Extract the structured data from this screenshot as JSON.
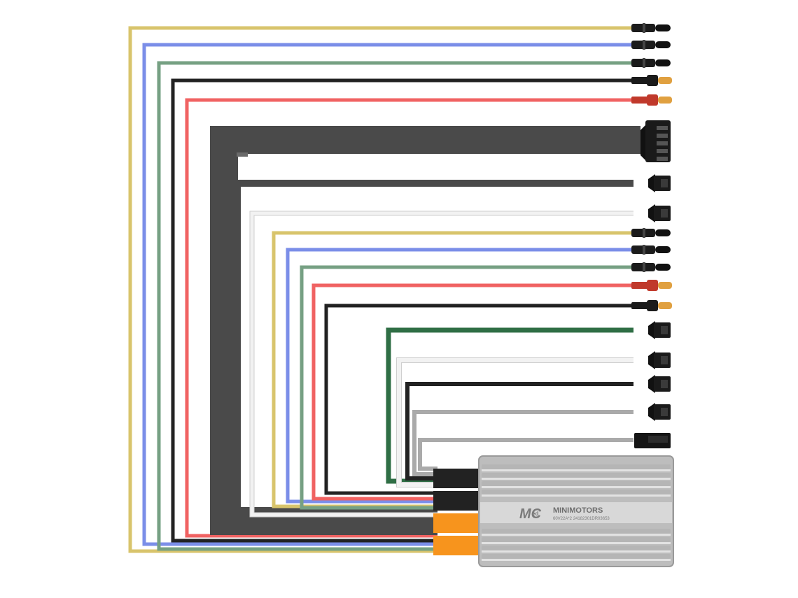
{
  "controller": {
    "brand": "MINIMOTORS",
    "model": "60V22A*2 24182301DR03653",
    "logo_letters": "MC",
    "logo_sub": "ed",
    "body_color": "#c9c9c9",
    "rib_color": "#b5b5b5"
  },
  "wire_colors": {
    "yellow": "#d8c46c",
    "blue": "#7b8ee8",
    "green": "#76a083",
    "dark_green": "#2f6e45",
    "black": "#222222",
    "red": "#f06262",
    "gray": "#4a4a4a",
    "white": "#f2f2f2",
    "light_gray": "#aaaaaa",
    "orange": "#f7941d"
  },
  "connector_types": {
    "bullet": "bullet-connector-icon",
    "xt_bullet": "gold-bullet-connector-icon",
    "sm_plug": "sm-plug-connector-icon",
    "multi_pin": "multi-pin-connector-icon",
    "mini_plug": "mini-plug-connector-icon"
  },
  "sleeve_colors": [
    "black",
    "black",
    "orange",
    "orange"
  ],
  "wires": [
    {
      "color": "yellow",
      "connector": "bullet"
    },
    {
      "color": "blue",
      "connector": "bullet"
    },
    {
      "color": "green",
      "connector": "bullet"
    },
    {
      "color": "black",
      "connector": "xt_bullet"
    },
    {
      "color": "red",
      "connector": "xt_bullet"
    },
    {
      "color": "gray",
      "connector": "multi_pin"
    },
    {
      "color": "gray",
      "connector": "sm_plug"
    },
    {
      "color": "white",
      "connector": "sm_plug"
    },
    {
      "color": "yellow",
      "connector": "bullet"
    },
    {
      "color": "blue",
      "connector": "bullet"
    },
    {
      "color": "green",
      "connector": "bullet"
    },
    {
      "color": "red",
      "connector": "xt_bullet"
    },
    {
      "color": "black",
      "connector": "xt_bullet"
    },
    {
      "color": "dark_green",
      "connector": "sm_plug"
    },
    {
      "color": "white",
      "connector": "sm_plug"
    },
    {
      "color": "black",
      "connector": "sm_plug"
    },
    {
      "color": "light_gray",
      "connector": "sm_plug"
    },
    {
      "color": "light_gray",
      "connector": "mini_plug"
    }
  ]
}
